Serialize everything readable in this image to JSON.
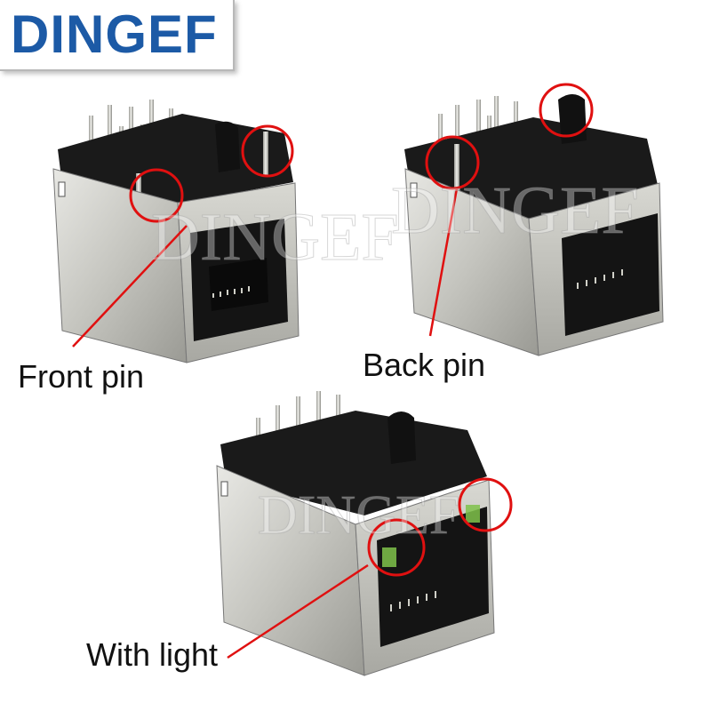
{
  "brand": {
    "logo_text": "DINGEF",
    "logo_color": "#1c5aa6"
  },
  "labels": {
    "front_pin": "Front pin",
    "back_pin": "Back pin",
    "with_light": "With light"
  },
  "colors": {
    "annotation": "#e01010",
    "connector_body": "#1a1a1a",
    "metal_shield": "#c9c9c4",
    "led": "#7fc24a"
  },
  "watermark_text": "DINGEF",
  "products": [
    {
      "name": "rj45-jack-front-pin",
      "caption": "Front pin"
    },
    {
      "name": "rj45-jack-back-pin",
      "caption": "Back pin"
    },
    {
      "name": "rj45-jack-with-light",
      "caption": "With light"
    }
  ]
}
